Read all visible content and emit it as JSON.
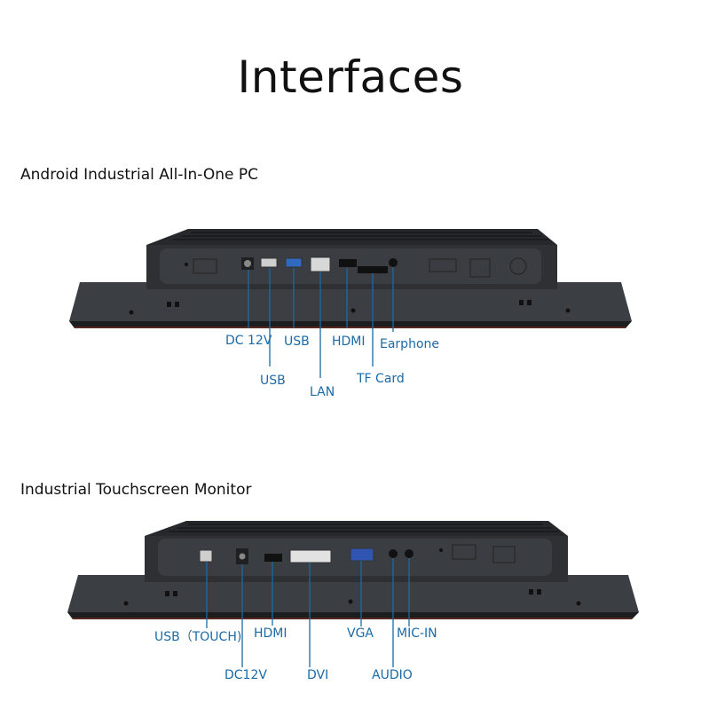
{
  "page": {
    "title": "Interfaces"
  },
  "sections": [
    {
      "title": "Android Industrial All-In-One PC",
      "labels": [
        "DC 12V",
        "USB",
        "USB",
        "LAN",
        "HDMI",
        "TF Card",
        "Earphone"
      ]
    },
    {
      "title": "Industrial Touchscreen Monitor",
      "labels": [
        "USB（TOUCH)",
        "HDMI",
        "VGA",
        "MIC-IN",
        "DC12V",
        "DVI",
        "AUDIO"
      ]
    }
  ],
  "colors": {
    "label_text": "#1a6aa6",
    "leader_line": "#1a6aa6",
    "housing": "#2a2c2f",
    "panel": "#3a3d42"
  }
}
